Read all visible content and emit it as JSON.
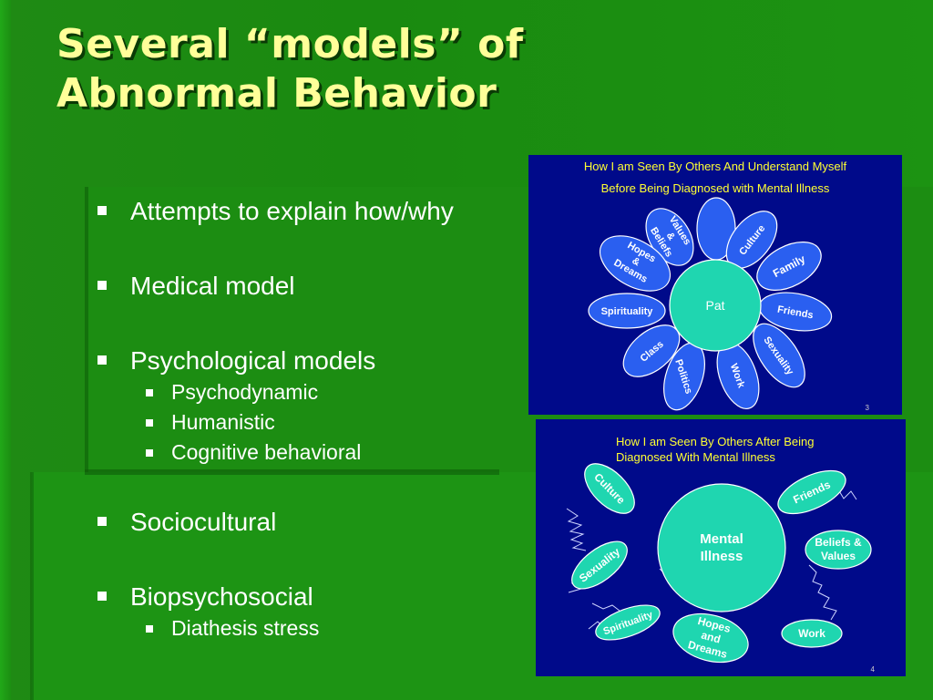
{
  "slide": {
    "title_line1": "Several “models” of",
    "title_line2": "Abnormal Behavior",
    "bullets": [
      {
        "label": "Attempts to explain how/why"
      },
      {
        "label": "Medical model"
      },
      {
        "label": "Psychological models",
        "sub": [
          "Psychodynamic",
          "Humanistic",
          "Cognitive behavioral"
        ]
      },
      {
        "label": "Sociocultural"
      },
      {
        "label": "Biopsychosocial",
        "sub": [
          "Diathesis stress"
        ]
      }
    ]
  },
  "image_before": {
    "title_line1": "How I am Seen By Others And Understand Myself",
    "title_line2": "Before Being Diagnosed with Mental Illness",
    "center": "Pat",
    "petals": {
      "values_beliefs": [
        "Values",
        "&",
        "Beliefs"
      ],
      "culture": "Culture",
      "family": "Family",
      "friends": "Friends",
      "sexuality": "Sexuality",
      "work": "Work",
      "politics": "Politics",
      "class": "Class",
      "spirituality": "Spirituality",
      "hopes_dreams": [
        "Hopes",
        "&",
        "Dreams"
      ]
    },
    "page_number": "3"
  },
  "image_after": {
    "title_line1": "How I am Seen By Others After Being",
    "title_line2": "Diagnosed With Mental Illness",
    "center": [
      "Mental",
      "Illness"
    ],
    "culture": "Culture",
    "friends": "Friends",
    "beliefs_values": [
      "Beliefs &",
      "Values"
    ],
    "sexuality": "Sexuality",
    "spirituality": "Spirituality",
    "hopes_dreams": [
      "Hopes",
      "and",
      "Dreams"
    ],
    "work": "Work",
    "page_number": "4"
  },
  "colors": {
    "background": "#1c8d12",
    "title": "#ffff99",
    "panel": "#000a8a",
    "petal": "#2a5ff0",
    "teal": "#1fd6b0",
    "panel_title": "#ffff33"
  }
}
